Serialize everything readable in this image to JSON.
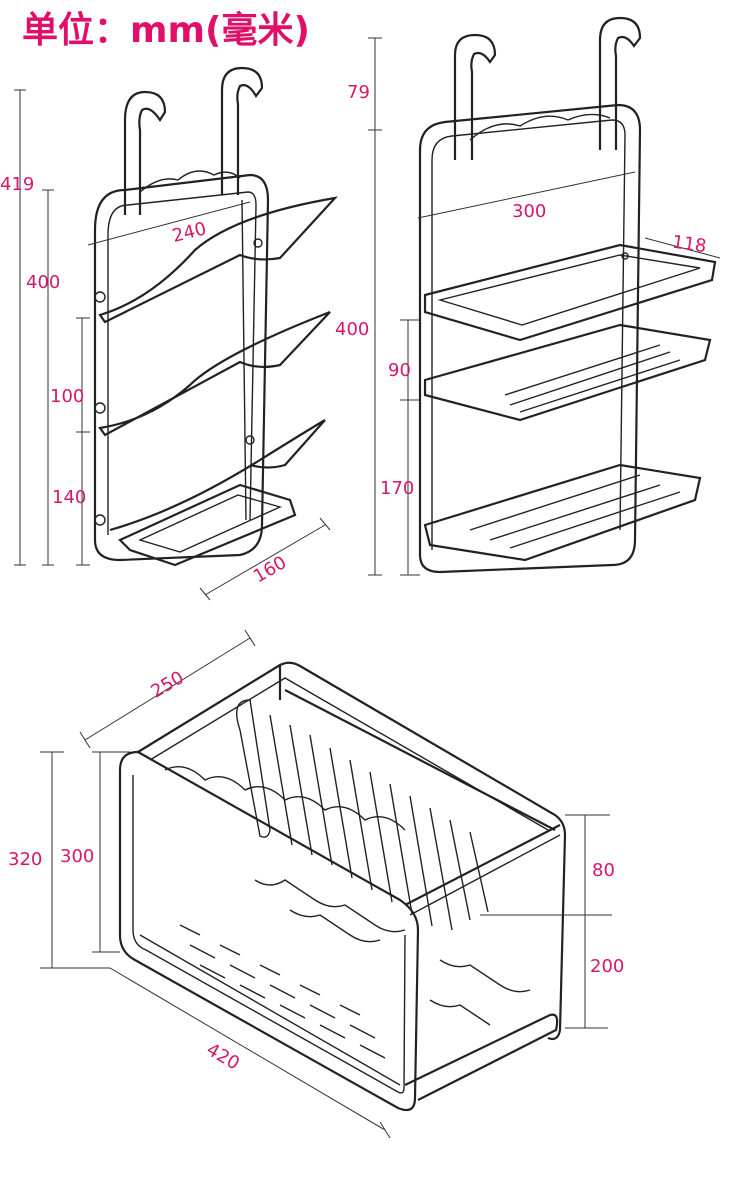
{
  "title": "单位：mm(毫米)",
  "knife_rack": {
    "dims": {
      "total_height": "419",
      "height": "400",
      "tier_gap": "100",
      "bottom_gap": "140",
      "width": "240",
      "depth": "160"
    }
  },
  "shelf_rack": {
    "dims": {
      "hook": "79",
      "height": "400",
      "width": "300",
      "depth": "118",
      "upper_gap": "90",
      "lower_gap": "170"
    }
  },
  "dish_rack": {
    "dims": {
      "depth": "250",
      "total_height": "320",
      "height": "300",
      "top_part": "80",
      "bottom_part": "200",
      "length": "420"
    }
  }
}
